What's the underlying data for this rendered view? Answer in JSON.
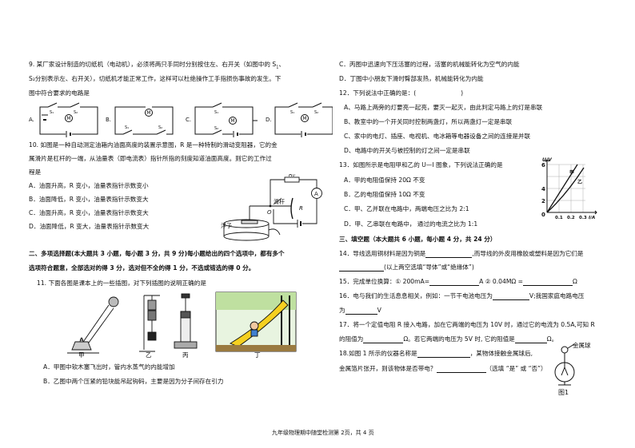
{
  "q9": {
    "line1": "9. 某厂家设计制造的切纸机（电动机），必须将两只手同时分别按住左、右开关（如图中的 S",
    "line2": "S₂分别表示左、右开关），切纸机才能正常工作，这样可以杜绝操作工手指损伤事故的发生。下",
    "line3": "图中符合要求的电路是",
    "opts": [
      "A.",
      "B.",
      "C.",
      "D."
    ],
    "m": "M",
    "s1": "S₁",
    "s2": "S₂"
  },
  "q10": {
    "line1": "10. 如图是一种自动测定油箱内油面高度的装置示意图，R 是一种特制的滑动变阻器，它的金",
    "line2": "属滑片是杠杆的一端，从油量表（即电流表）指针所指的刻度知道油面高度。则它的工作过",
    "line3": "程是",
    "A": "A．油面升高，R 变小，油量表指针示数变小",
    "B": "B．油面降低，R 变小，油量表指针示数变大",
    "C": "C．油面升高，R 变小，油量表指针示数变大",
    "D": "D．油面降低，R 变大，油量表指针示数变大",
    "fig": {
      "r0": "R₀",
      "a": "A",
      "slider": "滑杆",
      "o": "O",
      "r": "R",
      "float": "浮子"
    }
  },
  "sec2": {
    "line1": "二、多项选择题(本大题共 3 小题，每小题 3 分，共 9 分)每小题给出的四个选项中，都有多个",
    "line2": "选项符合题意，全部选对的得 3 分，选对但不全的得 1 分，不选或错选的得 0 分。"
  },
  "q11": {
    "stem": "11. 下面各图是课本上的一些插图，对下列插图的说明正确的是",
    "labels": [
      "甲",
      "乙",
      "丙",
      "丁"
    ],
    "A": "A．甲图中软木塞飞出时，管内水蒸气的内能增加",
    "B": "B．乙图中两个压紧的铅块能吊起钩码，主要是因为分子间存在引力",
    "C": "C．丙图中迅速向下压活塞的过程，活塞的机械能转化为空气的内能",
    "D": "D．丁图中小朋友下滑时臀部发热，机械能转化为内能"
  },
  "q12": {
    "stem": "12．下列说法中正确的是：(",
    "stem_end": ")",
    "A": "A、马路上两旁的灯要亮一起亮，要灭一起灭，由此判定马路上的灯是串联",
    "B": "B、教室中的一个开关同时控制两盏灯，所以两盏灯一定是串联",
    "C": "C、家中的电灯、插座、电视机、电冰箱等电器设备之间的连接是并联",
    "D": "D、电路中的开关与被控制的灯之间一定是串联"
  },
  "q13": {
    "stem": "13．如图所示是电阻甲和乙的 U—I 图象，下列说法正确的是",
    "A": "A．甲的电阻值保持 20Ω 不变",
    "B": "B．乙的电阻值保持 10Ω 不变",
    "C": "C．甲、乙并联在电路中，两端电压之比为 2:1",
    "D": "D．甲、乙串联在电路中， 通过的电流之比为 1:1",
    "graph": {
      "ylabel": "U/V",
      "xlabel": "I/A",
      "yticks": [
        "6",
        "4",
        "2",
        "0"
      ],
      "xticks": [
        "0.1",
        "0.2",
        "0.3"
      ],
      "jia": "甲",
      "yi": "乙"
    }
  },
  "sec3": "三、填空题（本大题共 6 小题，每小题 4 分，共 24 分）",
  "q14": {
    "a": "14．导线选用铜材料是因为铜是",
    "b": ",而导线的外皮用橡胶或塑料是因为它们是",
    "c": "(以上两空选填“导体”或“绝缘体”)"
  },
  "q15": {
    "a": "15．完成单位换算：①  200mA=",
    "b": "A    ②  0.04MΩ =",
    "c": "Ω"
  },
  "q16": {
    "a": "16．电与我们的生活息息相关，例如：一节干电池电压为",
    "b": "V;我国家庭电路电压",
    "c": "为",
    "d": "V"
  },
  "q17": {
    "a": "17．将一个定值电阻 R 接入电路，加在它两端的电压为 10V 时，通过它的电流为 0.5A,可知 R",
    "b": "的阻值为",
    "c": "Ω。若它两端的电压为 5V 时, 它的阻值是",
    "d": "Ω。"
  },
  "q18": {
    "a": "18.如图 1 所示的仪器名称是",
    "b": "，某物体接触金属球后,",
    "c": "金属箔片张开，则该物体是否带电？",
    "d": "（选填 “是” 或 “否”）",
    "fig_ball": "金属球",
    "fig_caption": "图1"
  },
  "footer": "九年级物理期中随堂检测第 2页，共 4 页"
}
